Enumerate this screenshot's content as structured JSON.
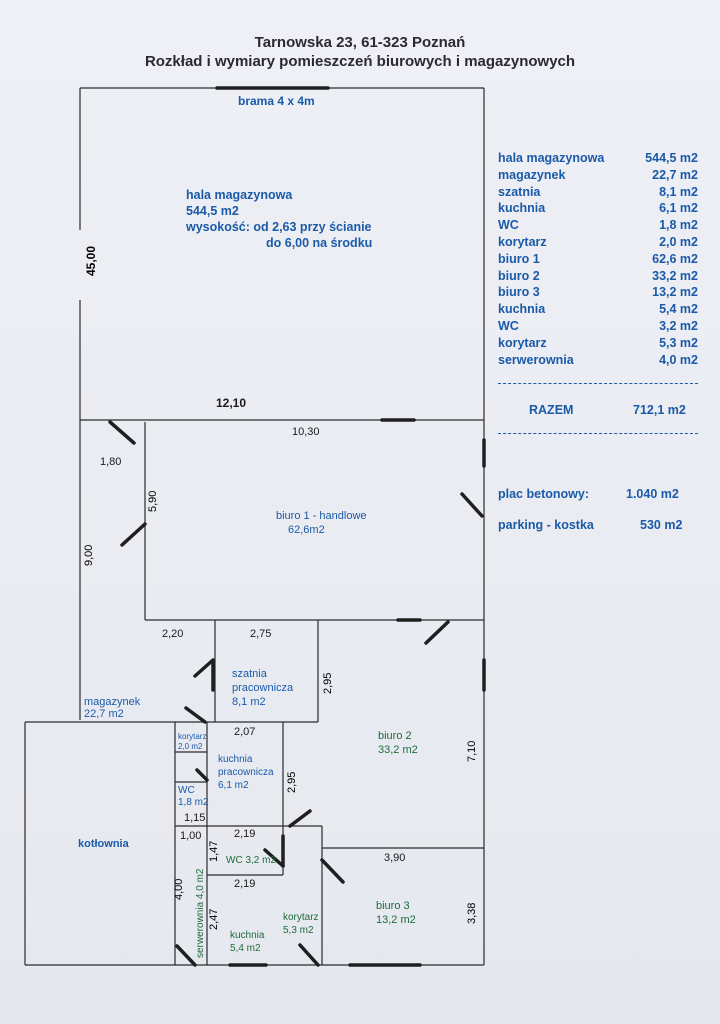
{
  "header": {
    "line1": "Tarnowska 23, 61-323 Poznań",
    "line2": "Rozkład i wymiary pomieszczeń biurowych i magazynowych"
  },
  "legend": {
    "items": [
      {
        "name": "hala magazynowa",
        "area": "544,5 m2"
      },
      {
        "name": "magazynek",
        "area": "22,7 m2"
      },
      {
        "name": "szatnia",
        "area": "8,1 m2"
      },
      {
        "name": "kuchnia",
        "area": "6,1 m2"
      },
      {
        "name": "WC",
        "area": "1,8 m2"
      },
      {
        "name": "korytarz",
        "area": "2,0 m2"
      },
      {
        "name": "biuro 1",
        "area": "62,6 m2"
      },
      {
        "name": "biuro 2",
        "area": "33,2 m2"
      },
      {
        "name": "biuro 3",
        "area": "13,2 m2"
      },
      {
        "name": "kuchnia",
        "area": "5,4 m2"
      },
      {
        "name": "WC",
        "area": "3,2 m2"
      },
      {
        "name": "korytarz",
        "area": "5,3 m2"
      },
      {
        "name": "serwerownia",
        "area": "4,0 m2"
      }
    ],
    "total_label": "RAZEM",
    "total_value": "712,1 m2"
  },
  "outdoor": {
    "plac_label": "plac betonowy:",
    "plac_value": "1.040 m2",
    "parking_label": "parking - kostka",
    "parking_value": "530 m2"
  },
  "rooms": {
    "gate": "brama 4 x 4m",
    "hala_name": "hala magazynowa",
    "hala_area": "544,5 m2",
    "hala_height1": "wysokość: od 2,63 przy ścianie",
    "hala_height2": "do 6,00 na środku",
    "biuro1_name": "biuro 1 - handlowe",
    "biuro1_area": "62,6m2",
    "szatnia_name1": "szatnia",
    "szatnia_name2": "pracownicza",
    "szatnia_area": "8,1 m2",
    "magazynek_name": "magazynek",
    "magazynek_area": "22,7 m2",
    "korytarz1_name": "korytarz",
    "korytarz1_area": "2,0 m2",
    "kuchnia1_name1": "kuchnia",
    "kuchnia1_name2": "pracownicza",
    "kuchnia1_area": "6,1 m2",
    "wc1_name": "WC",
    "wc1_area": "1,8 m2",
    "biuro2_name": "biuro 2",
    "biuro2_area": "33,2 m2",
    "kotlownia": "kotłownia",
    "wc2": "WC 3,2 m2",
    "serwerownia": "serwerownia 4,0 m2",
    "kuchnia2_name": "kuchnia",
    "kuchnia2_area": "5,4 m2",
    "korytarz2_name": "korytarz",
    "korytarz2_area": "5,3 m2",
    "biuro3_name": "biuro 3",
    "biuro3_area": "13,2 m2"
  },
  "dimensions": {
    "d45": "45,00",
    "d1210": "12,10",
    "d1030": "10,30",
    "d180": "1,80",
    "d590": "5,90",
    "d900": "9,00",
    "d220": "2,20",
    "d275": "2,75",
    "d295a": "2,95",
    "d207": "2,07",
    "d295b": "2,95",
    "d710": "7,10",
    "d115": "1,15",
    "d100": "1,00",
    "d219a": "2,19",
    "d147": "1,47",
    "d390": "3,90",
    "d219b": "2,19",
    "d400": "4,00",
    "d247": "2,47",
    "d338": "3,38"
  }
}
